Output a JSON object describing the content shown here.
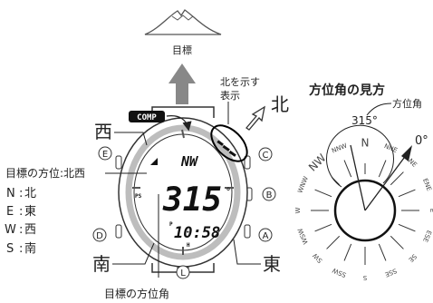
{
  "target": {
    "label": "目標"
  },
  "north_display": {
    "label_line1": "北を示す",
    "label_line2": "表示",
    "kanji": "北"
  },
  "comp_badge": {
    "text": "COMP"
  },
  "watch": {
    "direction_code": "NW",
    "bearing_value": "315",
    "degree_mark": "°",
    "p_mark": "P",
    "time": "10:58",
    "h_mark": "H",
    "ps_mark": "PS",
    "buttons": {
      "C": "C",
      "B": "B",
      "A": "A",
      "D": "D",
      "E": "E",
      "L": "L"
    }
  },
  "directions": {
    "west": "西",
    "south": "南",
    "east": "東"
  },
  "target_bearing_title": "目標の方位:北西",
  "legend": [
    {
      "key": "N",
      "sep": ":",
      "value": "北"
    },
    {
      "key": "E",
      "sep": ":",
      "value": "東"
    },
    {
      "key": "W",
      "sep": ":",
      "value": "西"
    },
    {
      "key": "S",
      "sep": ":",
      "value": "南"
    }
  ],
  "target_angle_label": "目標の方位角",
  "how_to_read": {
    "title": "方位角の見方",
    "angle_label": "方位角",
    "angle_value": "315°",
    "zero_value": "0°",
    "compass_points": [
      "N",
      "NNE",
      "NE",
      "ENE",
      "E",
      "ESE",
      "SE",
      "SSE",
      "S",
      "SSW",
      "SW",
      "WSW",
      "W",
      "WNW",
      "NW",
      "NNW"
    ]
  },
  "colors": {
    "ink": "#222222",
    "arrow_gray": "#888888",
    "bezel_gray": "#bdbdbd",
    "highlight": "#000000"
  }
}
